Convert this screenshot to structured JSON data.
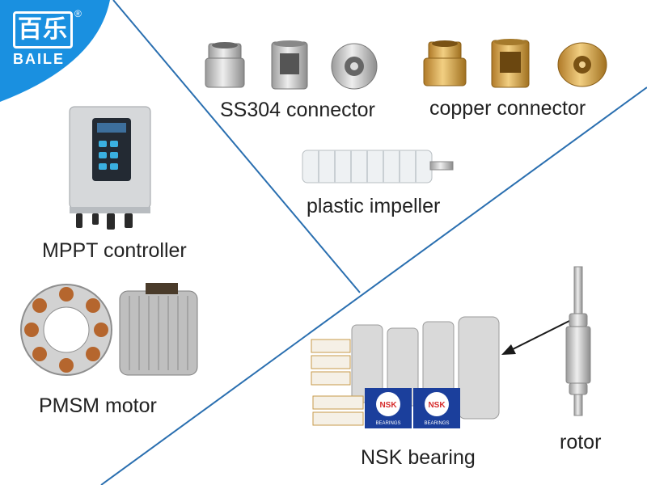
{
  "brand": {
    "name_cn": "百乐",
    "name_en": "BAILE",
    "registered_mark": "®",
    "corner_color": "#1a90e0"
  },
  "labels": {
    "ss304": "SS304 connector",
    "copper": "copper connector",
    "impeller": "plastic impeller",
    "controller": "MPPT controller",
    "motor": "PMSM motor",
    "bearing": "NSK  bearing",
    "rotor": "rotor"
  },
  "bearing_box_text": "NSK",
  "bearing_box_subtext": "BEARINGS",
  "colors": {
    "divider": "#2a6fb0",
    "label": "#222222",
    "copper": "#d7a548",
    "steel": "#c7c7c7",
    "nsk_blue": "#1b3f9c",
    "nsk_red": "#d62b2b"
  }
}
